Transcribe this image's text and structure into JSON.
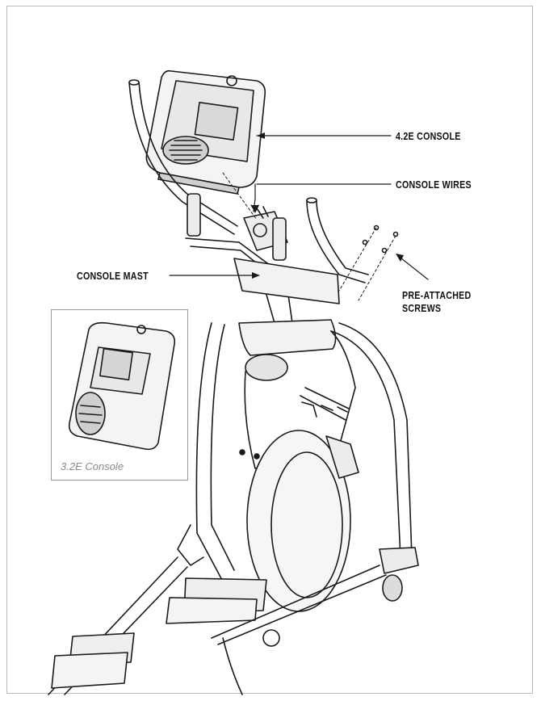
{
  "labels": {
    "console_42": "4.2E CONSOLE",
    "console_wires": "CONSOLE WIRES",
    "console_mast": "CONSOLE MAST",
    "screws_line1": "PRE-ATTACHED",
    "screws_line2": "SCREWS",
    "inset_caption": "3.2E Console"
  },
  "colors": {
    "ink": "#1a1a1a",
    "frame": "#b9b9b9",
    "caption": "#8a8a8a"
  }
}
